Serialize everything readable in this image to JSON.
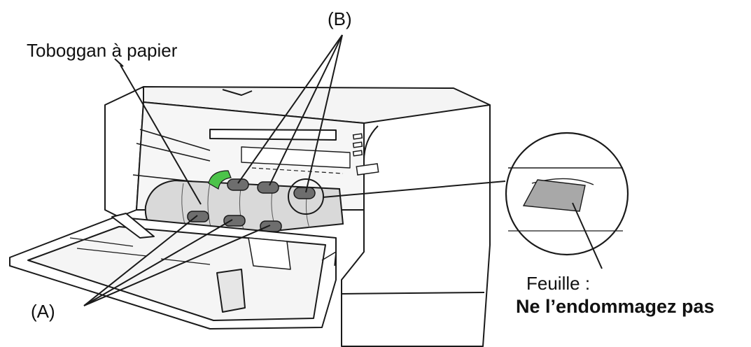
{
  "labels": {
    "chute": "Toboggan à papier",
    "b": "(B)",
    "a": "(A)",
    "sheet": "Feuille :",
    "warning": "Ne l’endommagez pas"
  },
  "colors": {
    "line": "#1a1a1a",
    "device": "#ffffff",
    "device_shade": "#f1f1f1",
    "roller": "#6e6e6e",
    "chute": "#d9d9d9",
    "sheet": "#a8a8a8",
    "green_tab": "#4cc34a"
  }
}
